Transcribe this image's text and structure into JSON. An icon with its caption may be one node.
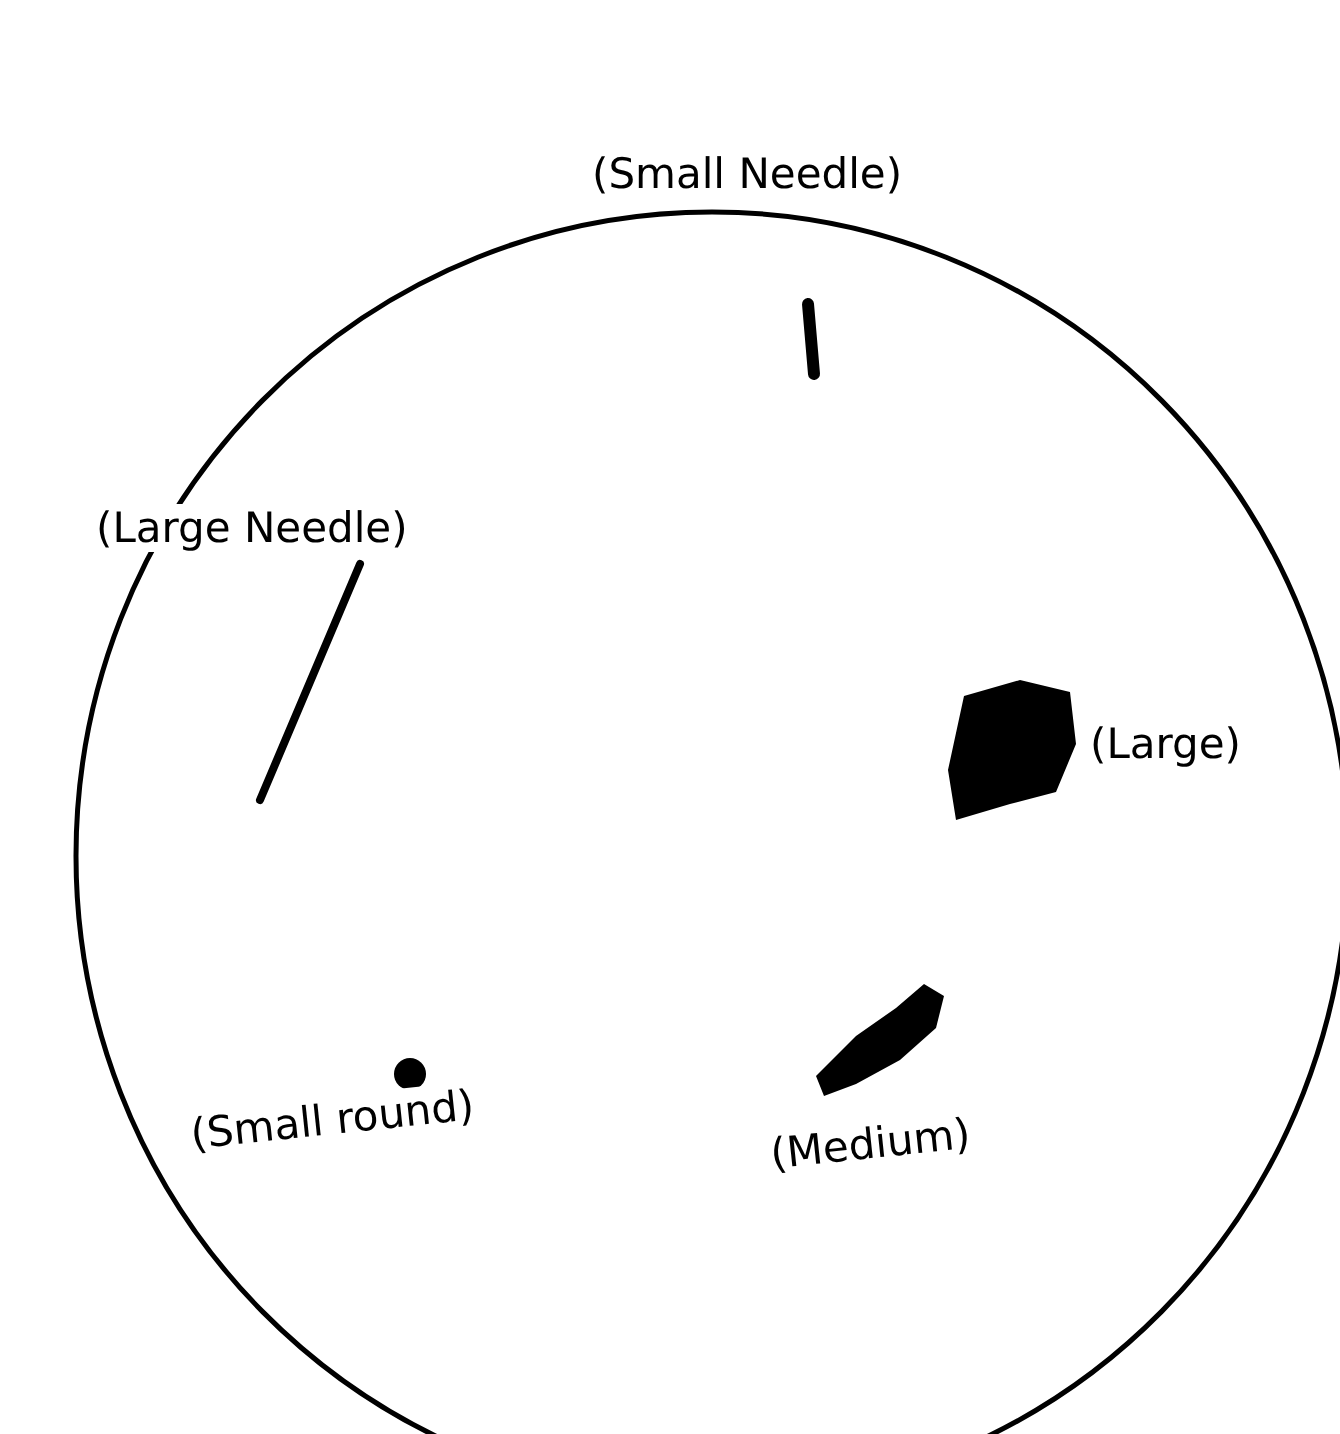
{
  "diagram": {
    "labels": [
      "(Small Needle)",
      "(Large Needle)",
      "(Large)",
      "(Small round)",
      "(Medium)"
    ]
  }
}
